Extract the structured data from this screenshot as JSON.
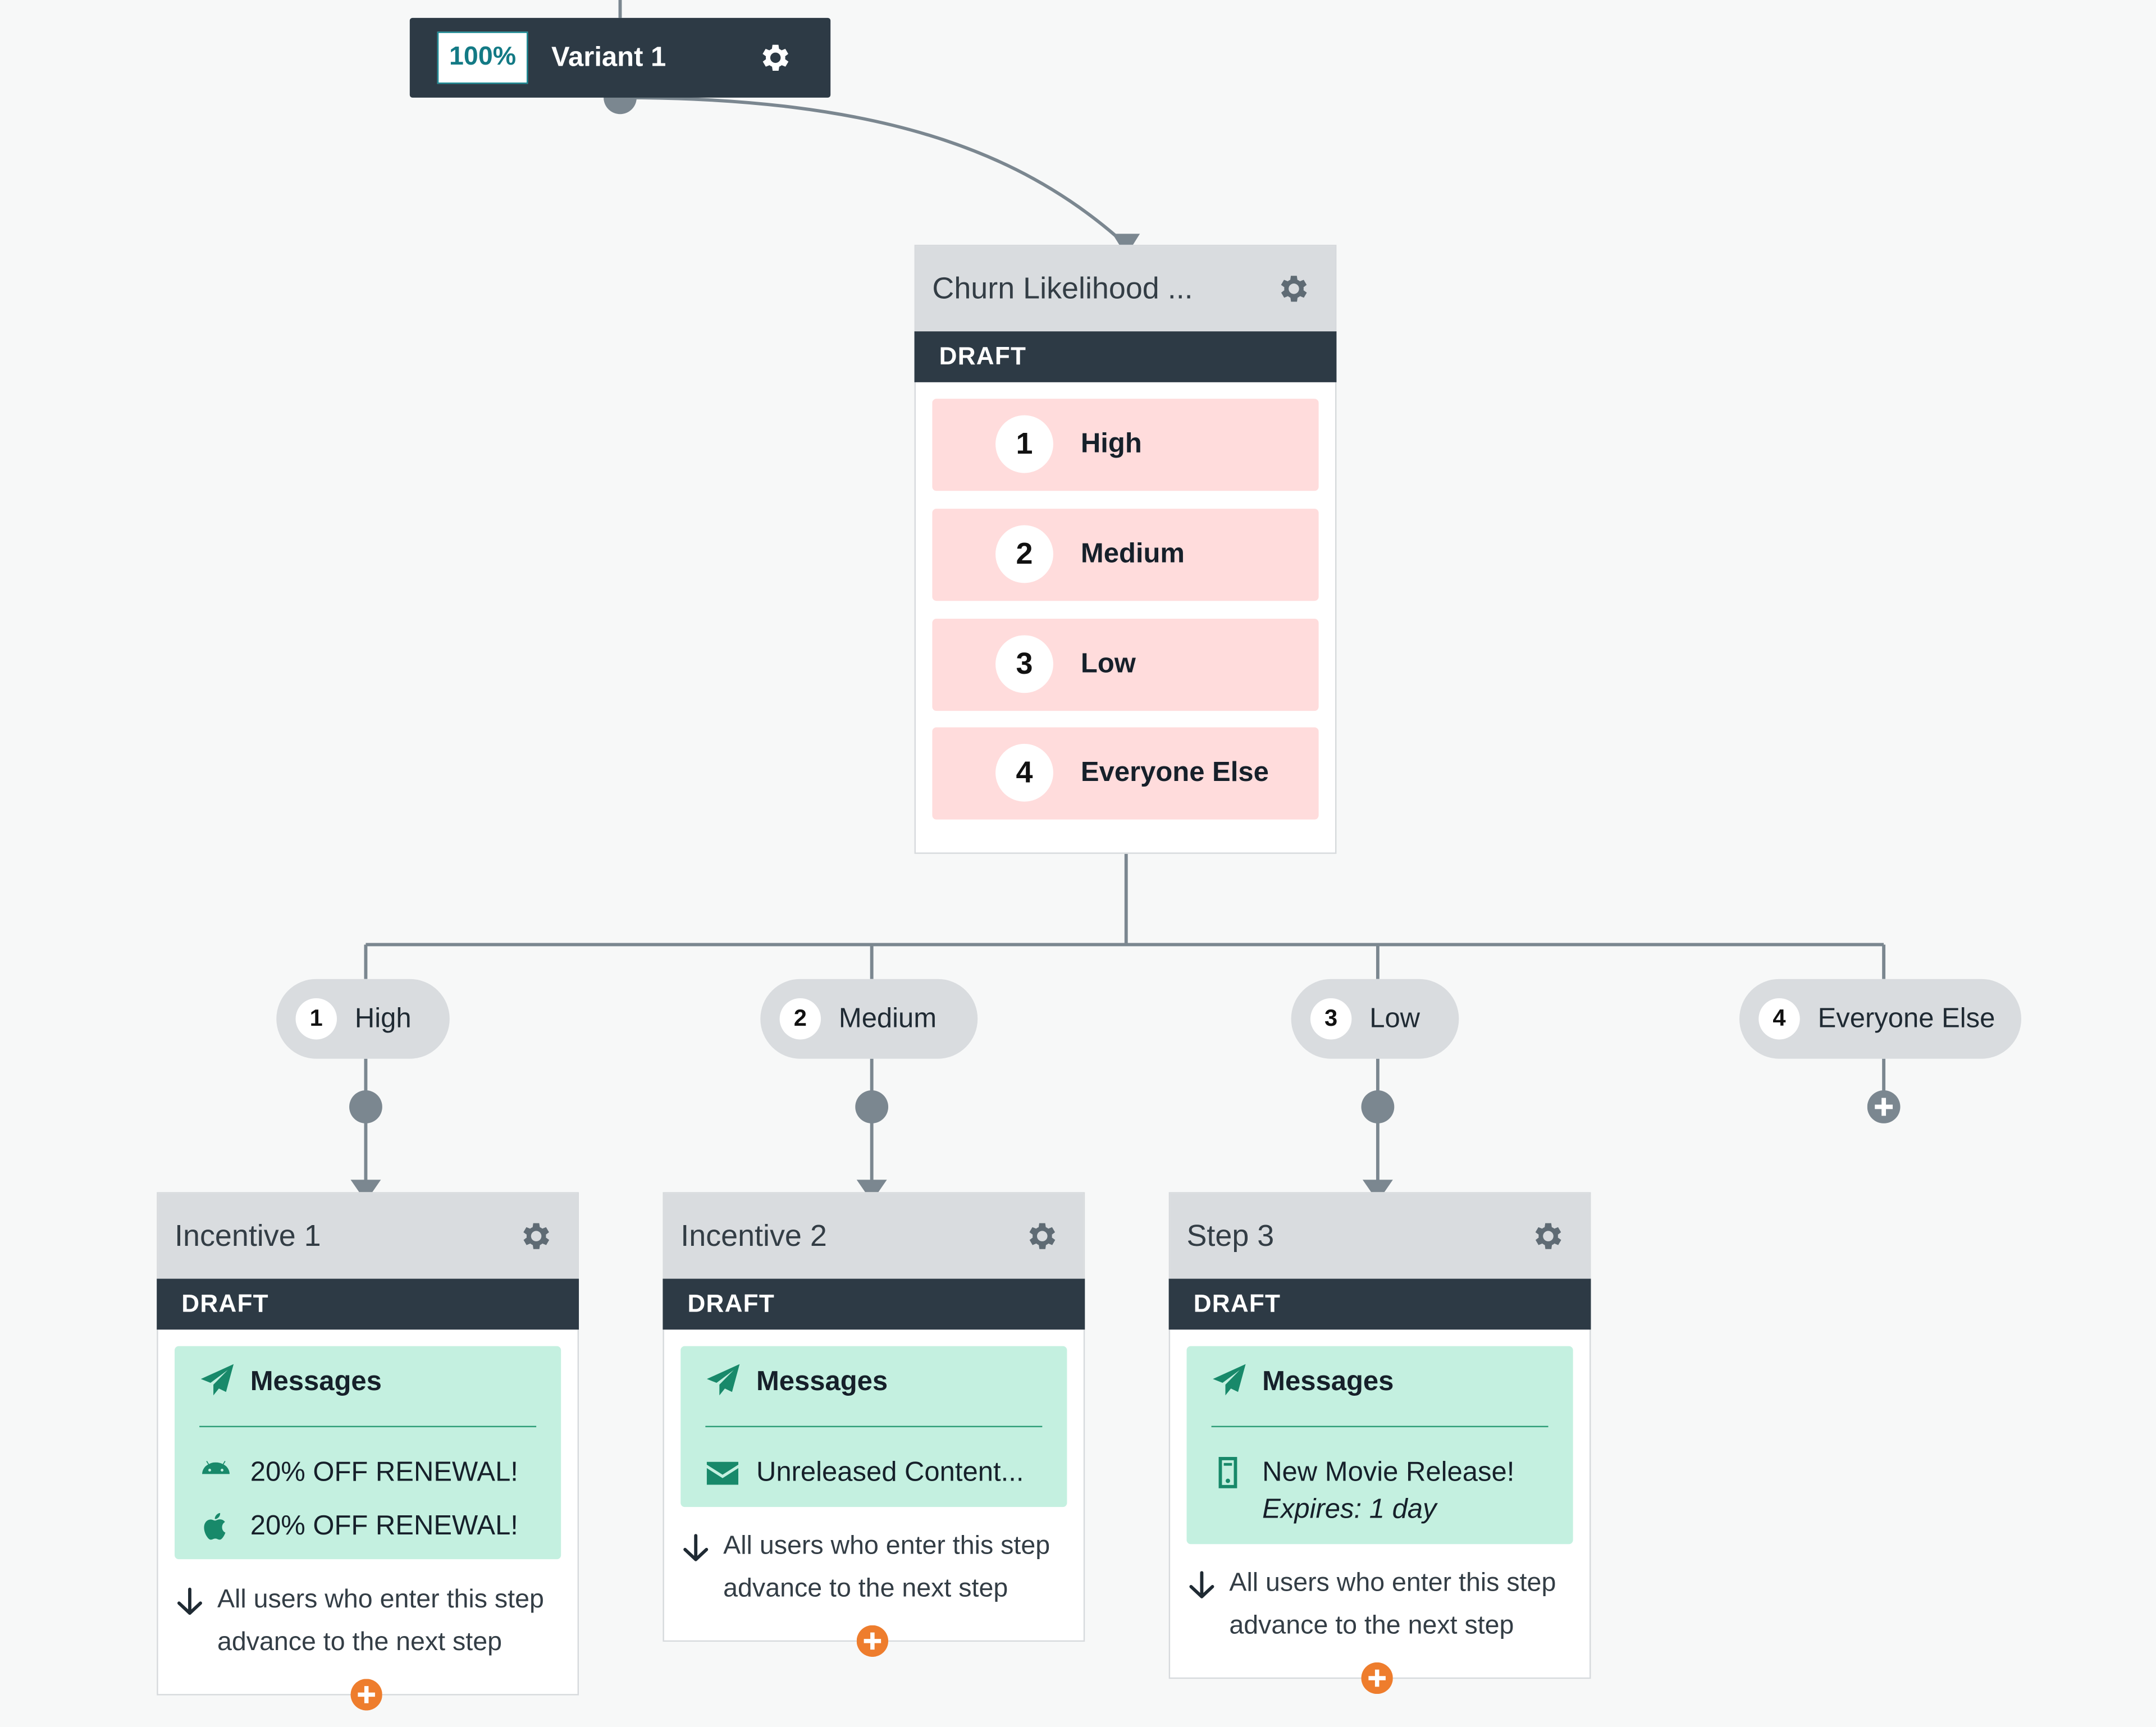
{
  "variant": {
    "percent": "100%",
    "name": "Variant 1"
  },
  "segmentation": {
    "title": "Churn Likelihood ...",
    "status": "DRAFT",
    "segments": [
      {
        "num": "1",
        "label": "High"
      },
      {
        "num": "2",
        "label": "Medium"
      },
      {
        "num": "3",
        "label": "Low"
      },
      {
        "num": "4",
        "label": "Everyone Else"
      }
    ]
  },
  "branches": [
    {
      "num": "1",
      "label": "High"
    },
    {
      "num": "2",
      "label": "Medium"
    },
    {
      "num": "3",
      "label": "Low"
    },
    {
      "num": "4",
      "label": "Everyone Else"
    }
  ],
  "steps": [
    {
      "title": "Incentive 1",
      "status": "DRAFT",
      "messages_label": "Messages",
      "lines": [
        "20% OFF RENEWAL!",
        "20% OFF RENEWAL!"
      ],
      "advance": [
        "All users who enter this step",
        "advance to the next step"
      ]
    },
    {
      "title": "Incentive 2",
      "status": "DRAFT",
      "messages_label": "Messages",
      "lines": [
        "Unreleased Content..."
      ],
      "advance": [
        "All users who enter this step",
        "advance to the next step"
      ]
    },
    {
      "title": "Step 3",
      "status": "DRAFT",
      "messages_label": "Messages",
      "lines": [
        "New Movie Release!"
      ],
      "expires": "Expires: 1 day",
      "advance": [
        "All users who enter this step",
        "advance to the next step"
      ]
    }
  ],
  "icons": {
    "gear": "gear-icon",
    "send": "paper-plane-icon",
    "android": "android-icon",
    "apple": "apple-icon",
    "email": "envelope-icon",
    "mobile": "mobile-phone-icon",
    "arrow": "arrow-down-icon",
    "add": "plus-circle-icon"
  },
  "colors": {
    "dark": "#2d3a45",
    "segment": "#ffdcdc",
    "message": "#c4f0e0",
    "accent_green": "#18896a",
    "add_orange": "#ee7d2d",
    "connector": "#7b8790"
  }
}
